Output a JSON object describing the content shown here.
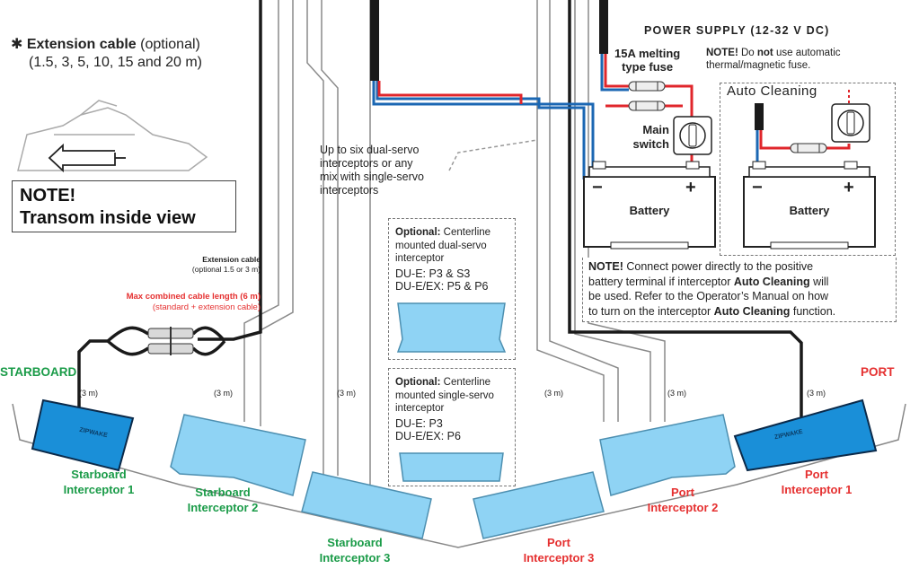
{
  "extension_cable_note": {
    "asterisk": "✱",
    "title": "Extension cable",
    "optional": "(optional)",
    "lengths": "(1.5, 3, 5, 10, 15 and 20 m)"
  },
  "transom_note": {
    "line1": "NOTE!",
    "line2": "Transom inside view"
  },
  "extension_cable_small": {
    "title": "Extension cable",
    "sub": "(optional 1.5 or 3 m)"
  },
  "max_cable": {
    "title": "Max combined cable length (6 m)",
    "sub": "(standard + extension cable)"
  },
  "up_to_six": [
    "Up to six dual-servo",
    "interceptors or any",
    "mix with single-servo",
    "interceptors"
  ],
  "optional_dual": {
    "bold": "Optional:",
    "line1": " Centerline",
    "line2": "mounted dual-servo",
    "line3": "interceptor",
    "line4": "DU-E: P3 & S3",
    "line5": "DU-E/EX: P5 & P6"
  },
  "optional_single": {
    "bold": "Optional:",
    "line1": " Centerline",
    "line2": "mounted single-servo",
    "line3": "interceptor",
    "line4": "DU-E: P3",
    "line5": "DU-E/EX: P6"
  },
  "power_supply": "POWER SUPPLY (12-32 V DC)",
  "fuse_label": [
    "15A melting",
    "type fuse"
  ],
  "fuse_note": {
    "bold1": "NOTE!",
    "text1": " Do ",
    "bold2": "not",
    "text2": " use automatic",
    "line2": "thermal/magnetic fuse."
  },
  "main_switch": [
    "Main",
    "switch"
  ],
  "auto_cleaning": "Auto Cleaning",
  "battery_label": "Battery",
  "battery_minus": "−",
  "battery_plus": "+",
  "connect_note": {
    "bold1": "NOTE!",
    "l1": " Connect power directly to the positive",
    "l2": "battery terminal if interceptor ",
    "bold2": "Auto Cleaning",
    "l2b": " will",
    "l3": "be used. Refer to the Operator’s Manual on how",
    "l4": "to turn on the interceptor ",
    "bold3": "Auto Cleaning",
    "l4b": " function."
  },
  "starboard_side": "STARBOARD",
  "port_side": "PORT",
  "cable_length": "(3 m)",
  "unit_logo": "ZIPWAKE",
  "interceptors": {
    "s1": [
      "Starboard",
      "Interceptor 1"
    ],
    "s2": [
      "Starboard",
      "Interceptor 2"
    ],
    "s3": [
      "Starboard",
      "Interceptor 3"
    ],
    "p1": [
      "Port",
      "Interceptor 1"
    ],
    "p2": [
      "Port",
      "Interceptor 2"
    ],
    "p3": [
      "Port",
      "Interceptor 3"
    ]
  },
  "colors": {
    "green": "#1a9b48",
    "red": "#e53030",
    "cable_red": "#e0262b",
    "cable_blue": "#1b67b3",
    "interceptor_dark": "#1a8fd8",
    "interceptor_light": "#8fd3f4"
  }
}
